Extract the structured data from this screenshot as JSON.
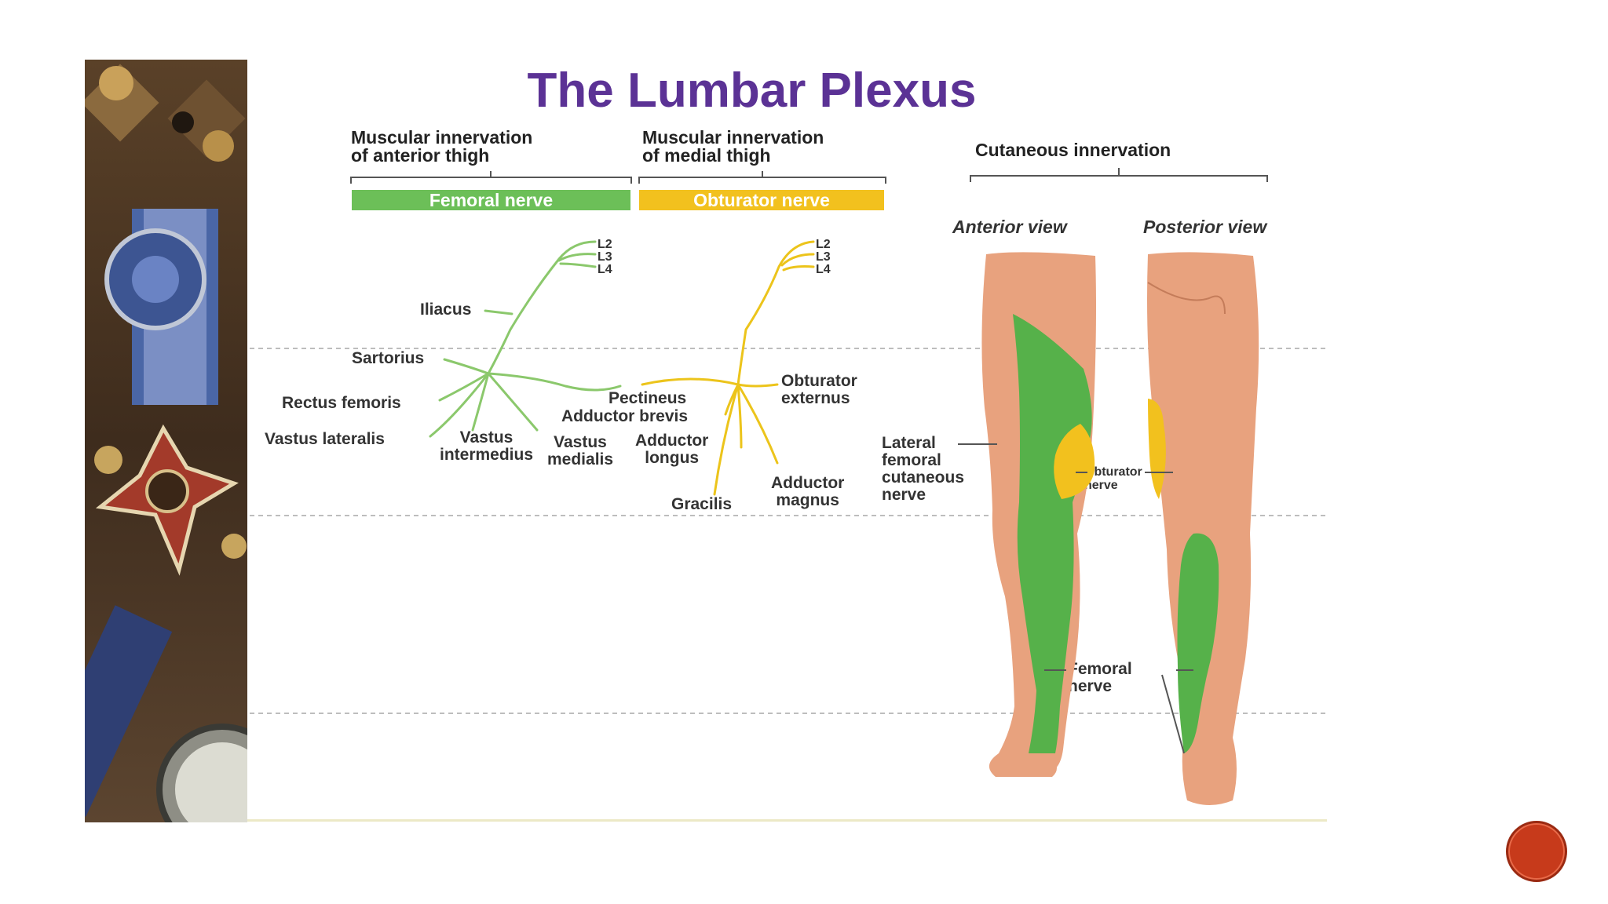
{
  "title": "The Lumbar Plexus",
  "headers": {
    "anterior_thigh": [
      "Muscular innervation",
      "of anterior thigh"
    ],
    "medial_thigh": [
      "Muscular innervation",
      "of medial thigh"
    ],
    "cutaneous": "Cutaneous innervation"
  },
  "nerve_bars": {
    "femoral": "Femoral nerve",
    "obturator": "Obturator nerve"
  },
  "femoral_roots": [
    "L2",
    "L3",
    "L4"
  ],
  "obturator_roots": [
    "L2",
    "L3",
    "L4"
  ],
  "femoral_muscles": {
    "iliacus": "Iliacus",
    "sartorius": "Sartorius",
    "rectus_femoris": "Rectus femoris",
    "vastus_lateralis": "Vastus lateralis",
    "vastus_intermedius": [
      "Vastus",
      "intermedius"
    ],
    "vastus_medialis": [
      "Vastus",
      "medialis"
    ]
  },
  "obturator_muscles": {
    "pectineus": "Pectineus",
    "adductor_brevis": "Adductor brevis",
    "obturator_externus": [
      "Obturator",
      "externus"
    ],
    "adductor_longus": [
      "Adductor",
      "longus"
    ],
    "adductor_magnus": [
      "Adductor",
      "magnus"
    ],
    "gracilis": "Gracilis"
  },
  "views": {
    "anterior": "Anterior view",
    "posterior": "Posterior view"
  },
  "leg_labels": {
    "lateral_femoral": [
      "Lateral",
      "femoral",
      "cutaneous",
      "nerve"
    ],
    "obturator_nerve": [
      "Obturator",
      "nerve"
    ],
    "femoral_nerve": [
      "Femoral",
      "nerve"
    ]
  },
  "colors": {
    "title": "#5b3295",
    "femoral": "#6cbf58",
    "obturator": "#f2c11e",
    "skin": "#e8a27e",
    "nav_button": "#c73a1b"
  }
}
